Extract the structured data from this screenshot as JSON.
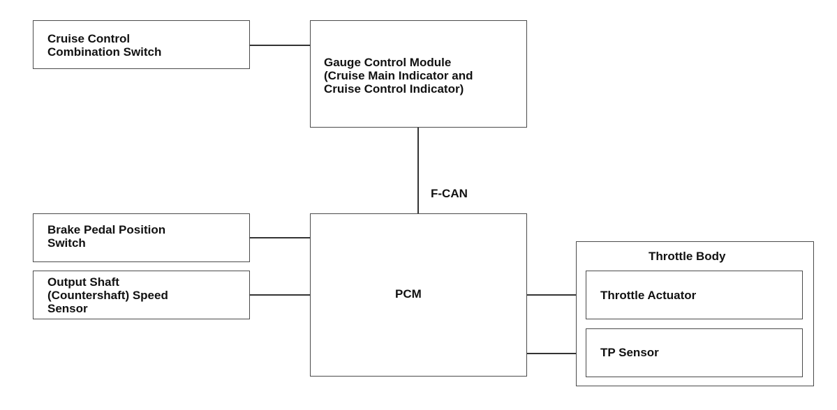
{
  "nodes": {
    "cruise_switch": "Cruise Control\nCombination Switch",
    "gauge_module": "Gauge Control Module\n(Cruise Main Indicator and\nCruise Control Indicator)",
    "brake_switch": "Brake Pedal Position\nSwitch",
    "output_shaft_sensor": "Output Shaft\n(Countershaft) Speed\nSensor",
    "pcm": "PCM",
    "throttle_body": "Throttle Body",
    "throttle_actuator": "Throttle Actuator",
    "tp_sensor": "TP Sensor"
  },
  "edges": {
    "fcan_label": "F-CAN"
  }
}
